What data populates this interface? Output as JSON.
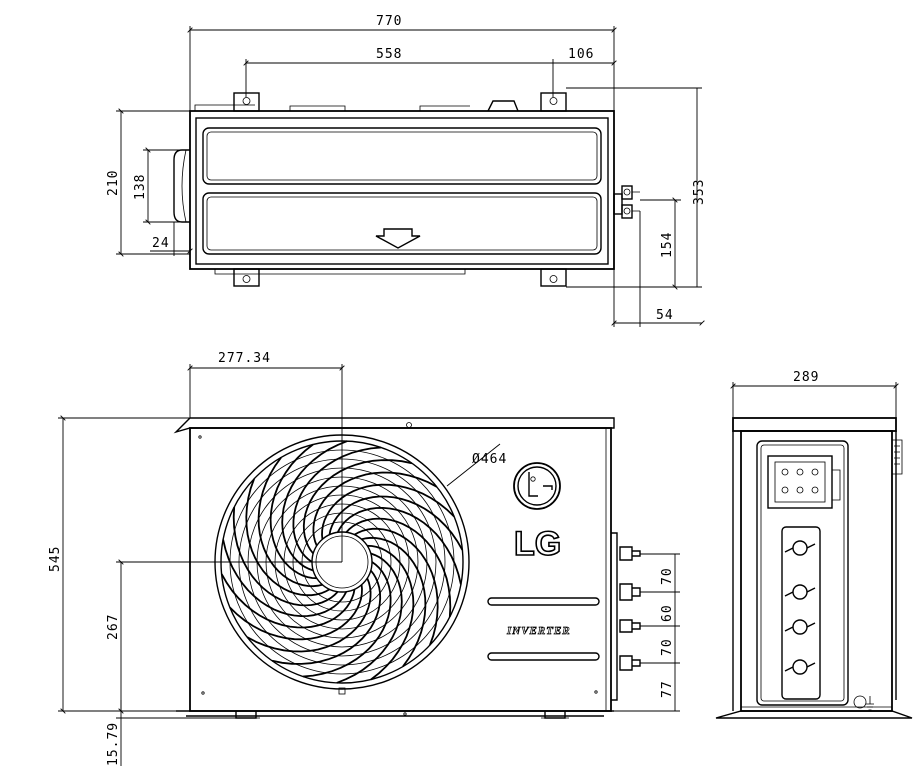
{
  "dimensions": {
    "top_width": "770",
    "top_mount_span": "558",
    "top_mount_offset": "106",
    "top_height": "210",
    "top_side_height": "138",
    "top_side_offset": "24",
    "top_depth": "353",
    "top_valve_height": "154",
    "top_valve_offset": "54",
    "front_fan_offset": "277.34",
    "fan_diameter": "Ø464",
    "front_height": "545",
    "fan_center_height": "267",
    "base_offset": "15.79",
    "pipe_1": "70",
    "pipe_2": "60",
    "pipe_3": "70",
    "pipe_4": "77",
    "side_width": "289"
  },
  "brand": {
    "logo_text": "LG",
    "model_badge": "INVERTER"
  }
}
